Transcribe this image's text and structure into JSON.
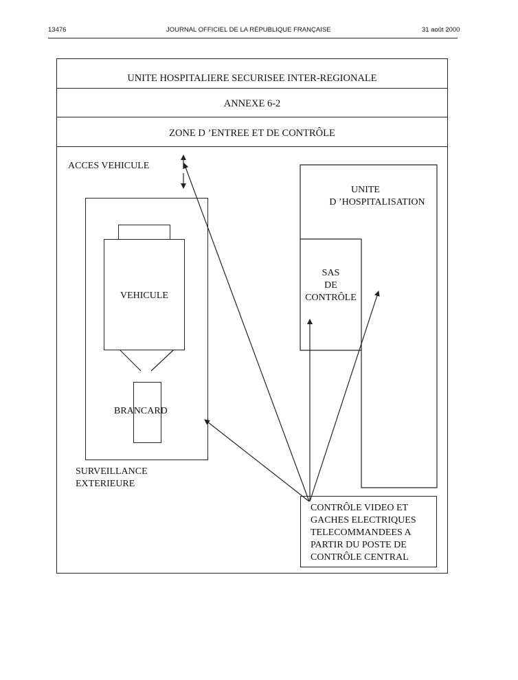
{
  "header": {
    "page_number": "13476",
    "journal_title": "JOURNAL OFFICIEL DE LA RÉPUBLIQUE FRANÇAISE",
    "date": "31 août 2000"
  },
  "diagram": {
    "title": "UNITE HOSPITALIERE SECURISEE INTER-REGIONALE",
    "annex": "ANNEXE 6-2",
    "zone": "ZONE D ’ENTREE ET DE CONTRÔLE",
    "acces_vehicule": "ACCES VEHICULE",
    "unite_line1": "UNITE",
    "unite_line2": "D ’HOSPITALISATION",
    "sas_line1": "SAS",
    "sas_line2": "DE",
    "sas_line3": "CONTRÔLE",
    "vehicule": "VEHICULE",
    "brancard": "BRANCARD",
    "surveillance_line1": "SURVEILLANCE",
    "surveillance_line2": "EXTERIEURE",
    "controle_line1": "CONTRÔLE VIDEO ET",
    "controle_line2": "GACHES ELECTRIQUES",
    "controle_line3": "TELECOMMANDEES A",
    "controle_line4": "PARTIR DU POSTE DE",
    "controle_line5": "CONTRÔLE CENTRAL"
  }
}
